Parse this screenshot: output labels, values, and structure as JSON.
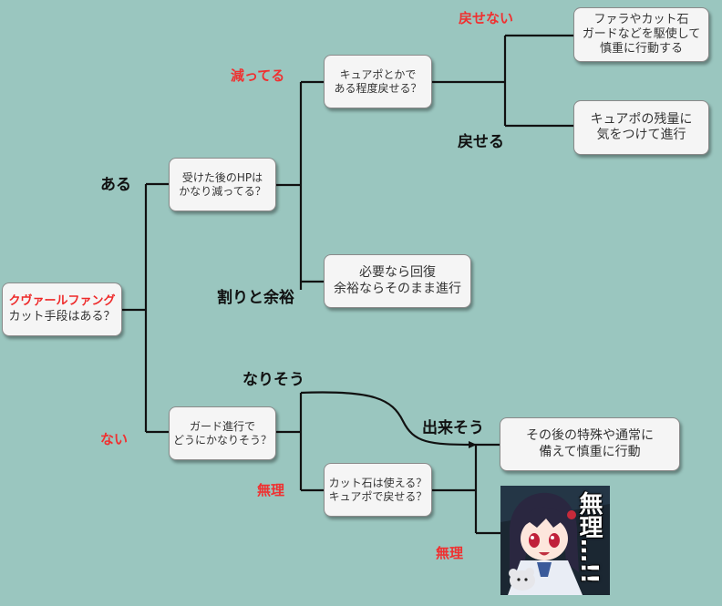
{
  "nodes": {
    "root": {
      "line1": "クヴァールファング",
      "line2": "カット手段はある？"
    },
    "hp": {
      "line1": "受けた後のHPは",
      "line2": "かなり減ってる？"
    },
    "guard": {
      "line1": "ガード進行で",
      "line2": "どうにかなりそう？"
    },
    "cure": {
      "line1": "キュアポとかで",
      "line2": "ある程度戻せる？"
    },
    "cut_stone": {
      "line1": "カット石は使える？",
      "line2": "キュアポで戻せる？"
    },
    "farah": {
      "line1": "ファラやカット石",
      "line2": "ガードなどを駆使して",
      "line3": "慎重に行動する"
    },
    "cure_remain": {
      "line1": "キュアポの残量に",
      "line2": "気をつけて進行"
    },
    "recover": {
      "line1": "必要なら回復",
      "line2": "余裕ならそのまま進行"
    },
    "careful": {
      "line1": "その後の特殊や通常に",
      "line2": "備えて慎重に行動"
    }
  },
  "labels": {
    "aru": "ある",
    "nai": "ない",
    "hetteru": "減ってる",
    "warito": "割りと余裕",
    "modosenai": "戻せない",
    "modoseru": "戻せる",
    "narisou": "なりそう",
    "dekisou": "出来そう",
    "muri1": "無理",
    "muri2": "無理"
  },
  "image": {
    "caption": "無理…!!"
  },
  "colors": {
    "background": "#9ac6bf",
    "accent_red": "#ee2a2a",
    "line": "#111111"
  }
}
